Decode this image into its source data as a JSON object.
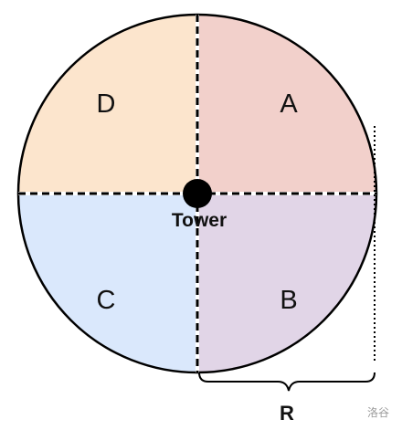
{
  "diagram": {
    "quadrants": [
      {
        "id": "A",
        "label": "A",
        "color": "#f2d0cb"
      },
      {
        "id": "B",
        "label": "B",
        "color": "#e1d5e7"
      },
      {
        "id": "C",
        "label": "C",
        "color": "#dae8fc"
      },
      {
        "id": "D",
        "label": "D",
        "color": "#fce5cd"
      }
    ],
    "center": {
      "label": "Tower",
      "color": "#000000"
    },
    "radius": {
      "label": "R"
    },
    "outline_color": "#000000"
  },
  "watermark": {
    "text": "洛谷"
  }
}
